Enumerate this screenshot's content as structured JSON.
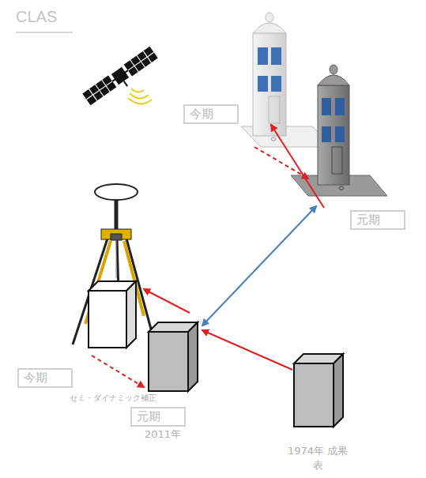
{
  "diagram": {
    "title": "CLAS",
    "nodes": [
      {
        "text": [
          "今期"
        ]
      },
      {
        "text": [
          "元期"
        ]
      },
      {
        "text": [
          "今期"
        ]
      },
      {
        "text": [
          "元期",
          "2011年"
        ]
      },
      {
        "text": [
          "1974年 成果表"
        ]
      }
    ],
    "edges": [
      {
        "from": 1,
        "to": 0,
        "arrow": "to"
      },
      {
        "from": 0,
        "to": 1,
        "arrow": "to"
      },
      {
        "from": 1,
        "to": 3,
        "arrow": "both"
      },
      {
        "from": 3,
        "to": 2,
        "arrow": "to"
      },
      {
        "from": 2,
        "to": 3,
        "arrow": "to",
        "label": "セミ・ダイナミック補正"
      },
      {
        "from": 4,
        "to": 3,
        "arrow": "to"
      }
    ]
  }
}
